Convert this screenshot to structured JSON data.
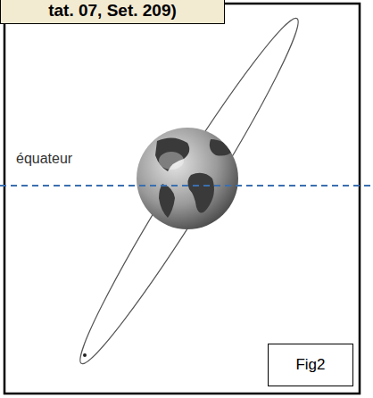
{
  "diagram": {
    "nodes": [
      {
        "text": [
          "tat. 07, Set. 209)"
        ]
      },
      {
        "text": [
          "Fig2"
        ]
      }
    ],
    "labels": [
      "équateur"
    ]
  }
}
